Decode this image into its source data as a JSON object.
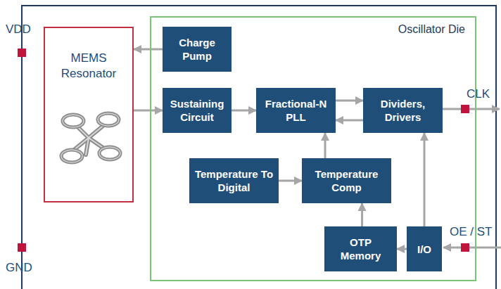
{
  "diagram": {
    "nodes": [
      {
        "text": [
          "MEMS Resonator"
        ]
      },
      {
        "text": [
          "Oscillator Die"
        ]
      },
      {
        "text": [
          "Charge Pump"
        ],
        "in": 1
      },
      {
        "text": [
          "Sustaining Circuit"
        ],
        "in": 1
      },
      {
        "text": [
          "Fractional-N PLL"
        ],
        "in": 1
      },
      {
        "text": [
          "Dividers, Drivers"
        ],
        "in": 1
      },
      {
        "text": [
          "Temperature To Digital"
        ],
        "in": 1
      },
      {
        "text": [
          "Temperature Comp"
        ],
        "in": 1
      },
      {
        "text": [
          "OTP Memory"
        ],
        "in": 1
      },
      {
        "text": [
          "I/O"
        ],
        "in": 1
      }
    ],
    "edges": [
      {
        "from": 2,
        "to": 0,
        "arrow": "to"
      },
      {
        "from": 0,
        "to": 3,
        "arrow": "to"
      },
      {
        "from": 3,
        "to": 4,
        "arrow": "to"
      },
      {
        "from": 4,
        "to": 5,
        "arrow": "to"
      },
      {
        "from": 5,
        "to": 4,
        "arrow": "to"
      },
      {
        "from": 6,
        "to": 7,
        "arrow": "to"
      },
      {
        "from": 7,
        "to": 4,
        "arrow": "to"
      },
      {
        "from": 8,
        "to": 7,
        "arrow": "to"
      },
      {
        "from": 9,
        "to": 8,
        "arrow": "to"
      },
      {
        "from": 9,
        "to": 5,
        "arrow": "to"
      }
    ],
    "labels": [
      "VDD",
      "GND",
      "CLK",
      "OE / ST"
    ]
  }
}
